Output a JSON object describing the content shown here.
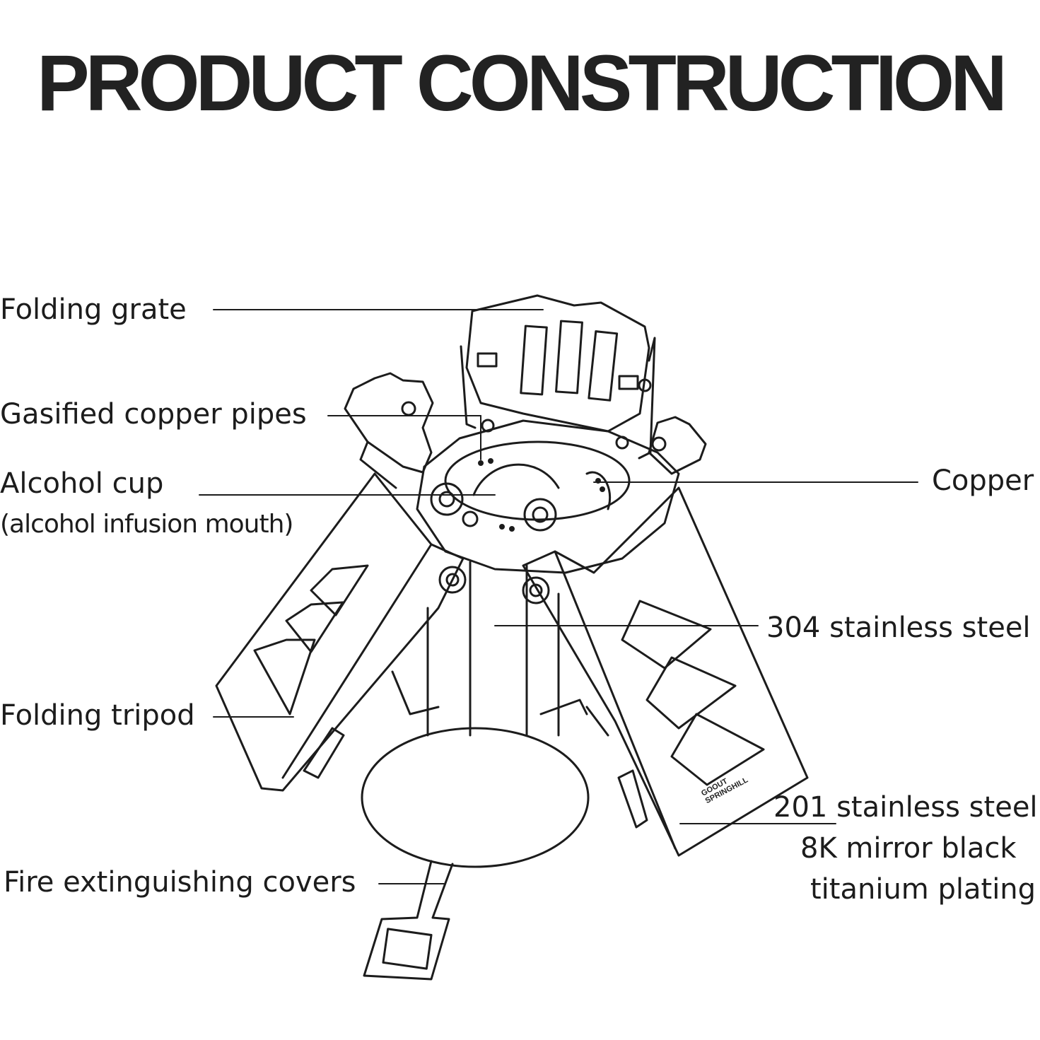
{
  "title": "PRODUCT CONSTRUCTION",
  "labels": {
    "folding_grate": "Folding grate",
    "gasified_copper_pipes": "Gasified copper pipes",
    "alcohol_cup": "Alcohol cup",
    "alcohol_cup_sub": "(alcohol infusion mouth)",
    "copper": "Copper",
    "stainless_304": "304 stainless steel",
    "folding_tripod": "Folding tripod",
    "stainless_201_line1": "201 stainless steel",
    "stainless_201_line2": "8K mirror black",
    "stainless_201_line3": "titanium plating",
    "fire_covers": "Fire extinguishing covers"
  },
  "logo": {
    "line1": "GOOUT",
    "line2": "SPRINGHILL"
  },
  "colors": {
    "ink": "#1c1c1c",
    "background": "#ffffff"
  }
}
